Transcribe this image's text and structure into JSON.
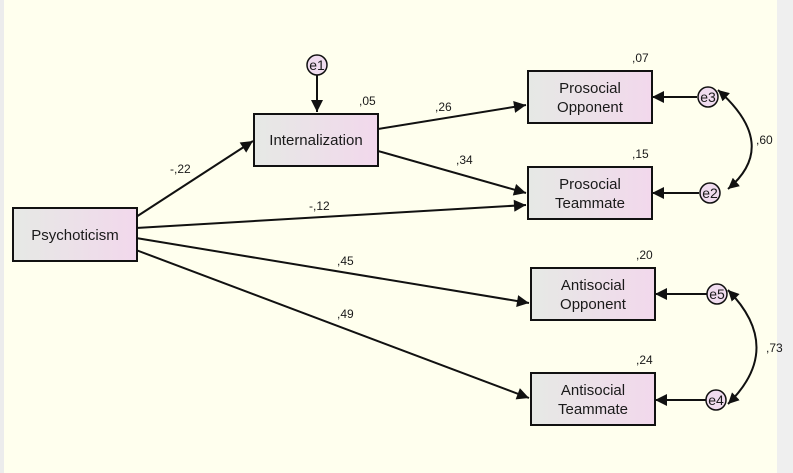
{
  "colors": {
    "background": "#ffffee",
    "box_gradient_start": "#e6e9e5",
    "box_gradient_end": "#f2d8ec",
    "error_fill": "#f0dcef",
    "stroke": "#111111"
  },
  "nodes": {
    "psychoticism": "Psychoticism",
    "internalization": "Internalization",
    "prosocial_opponent": [
      "Prosocial",
      "Opponent"
    ],
    "prosocial_teammate": [
      "Prosocial",
      "Teammate"
    ],
    "antisocial_opponent": [
      "Antisocial",
      "Opponent"
    ],
    "antisocial_teammate": [
      "Antisocial",
      "Teammate"
    ]
  },
  "errors": {
    "e1": "e1",
    "e2": "e2",
    "e3": "e3",
    "e4": "e4",
    "e5": "e5"
  },
  "r_squared": {
    "internalization": ",05",
    "prosocial_opponent": ",07",
    "prosocial_teammate": ",15",
    "antisocial_opponent": ",20",
    "antisocial_teammate": ",24"
  },
  "paths": {
    "psychoticism_internalization": "-,22",
    "internalization_prosocial_opponent": ",26",
    "internalization_prosocial_teammate": ",34",
    "psychoticism_prosocial_teammate": "-,12",
    "psychoticism_antisocial_opponent": ",45",
    "psychoticism_antisocial_teammate": ",49"
  },
  "covariances": {
    "e3_e2": ",60",
    "e5_e4": ",73"
  }
}
